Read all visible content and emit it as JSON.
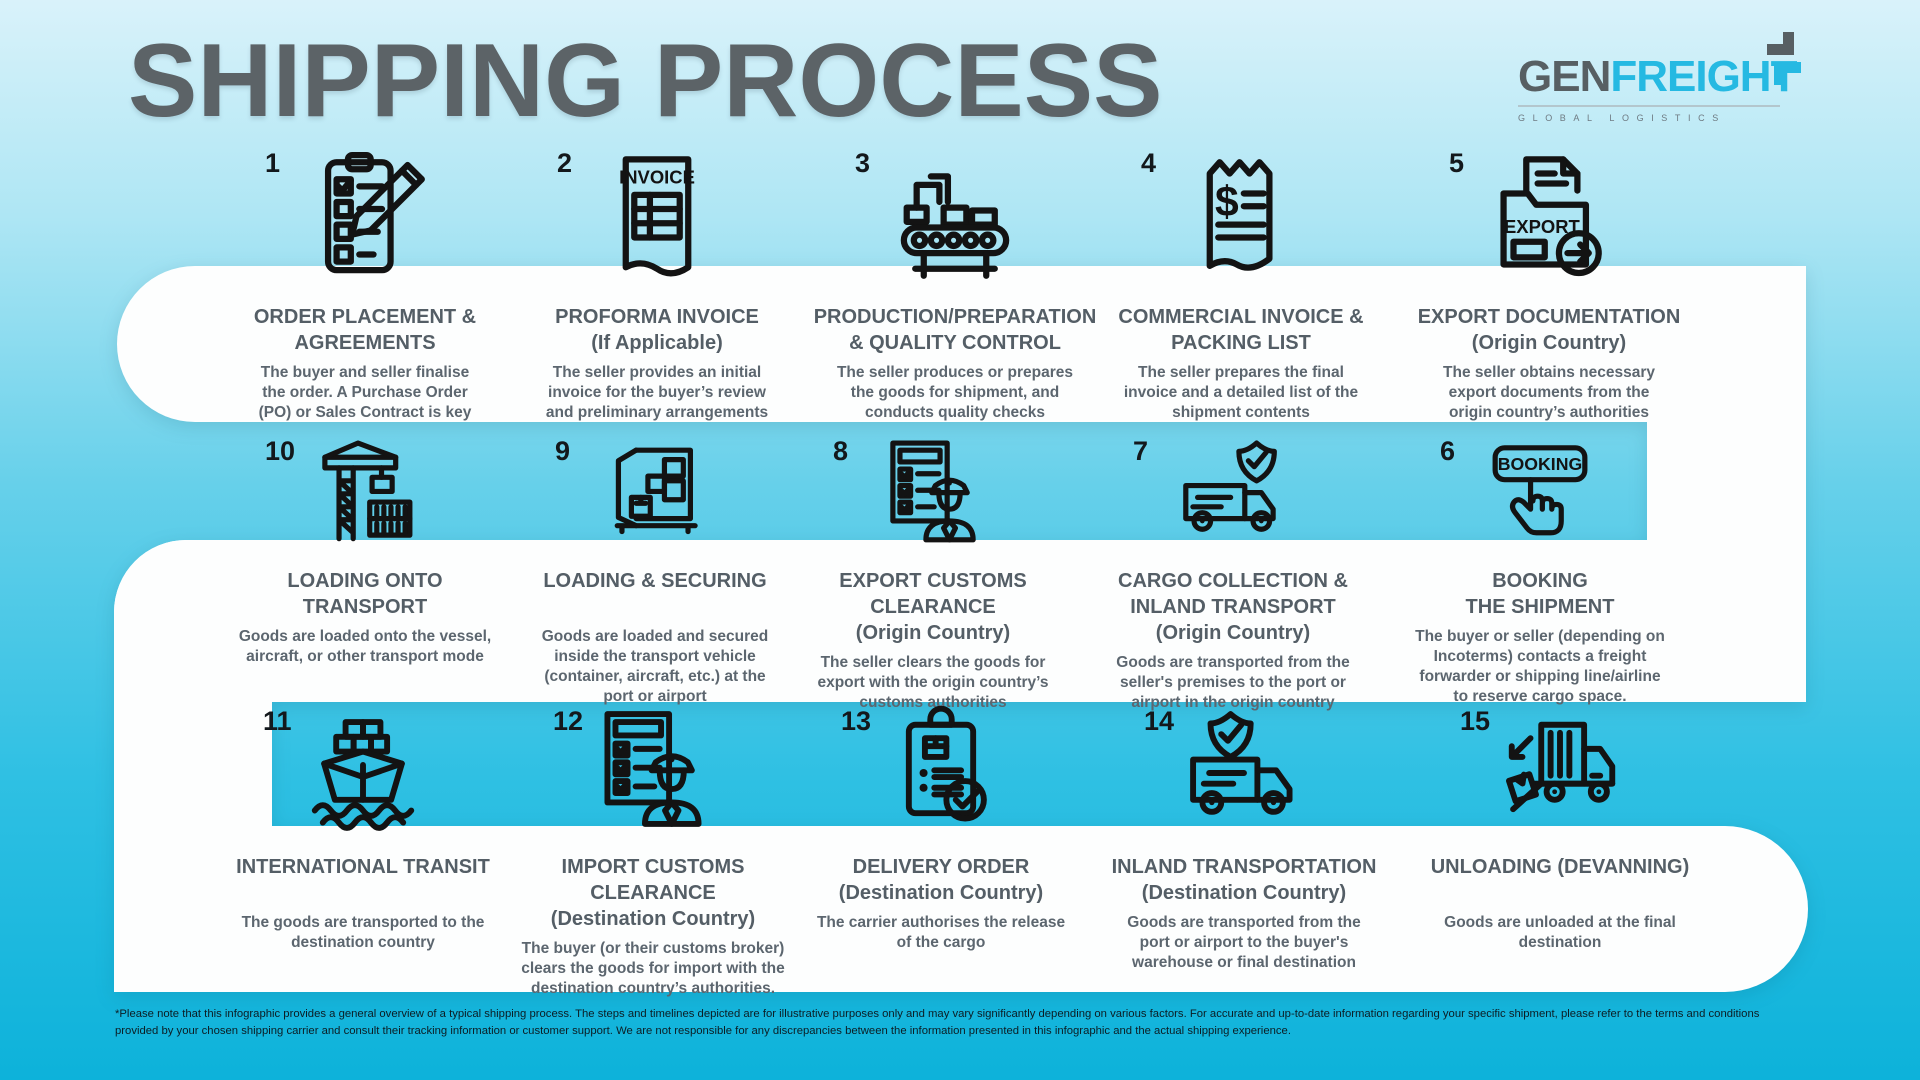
{
  "header": {
    "title": "SHIPPING PROCESS",
    "logo": {
      "name_gray": "GEN",
      "name_cyan": "FREIGHT",
      "tagline": "GLOBAL LOGISTICS"
    }
  },
  "colors": {
    "background_top": "#d9f2fa",
    "background_bottom": "#0db2da",
    "band_white": "#fdfefe",
    "accent_cyan": "#25b9e2",
    "title_gray": "#5c6367",
    "step_title_gray": "#545e66",
    "step_desc_gray": "#5c666f"
  },
  "icon_labels": {
    "invoice": "INVOICE",
    "export": "EXPORT",
    "booking": "BOOKING"
  },
  "steps": [
    {
      "number": "1",
      "icon": "clipboard-pencil-icon",
      "title": "ORDER PLACEMENT &\nAGREEMENTS",
      "desc": "The buyer and seller finalise\nthe order. A Purchase Order\n(PO) or Sales Contract is key"
    },
    {
      "number": "2",
      "icon": "invoice-document-icon",
      "title": "PROFORMA INVOICE\n(If Applicable)",
      "desc": "The seller provides an initial\ninvoice for the buyer’s review\nand preliminary arrangements"
    },
    {
      "number": "3",
      "icon": "production-line-icon",
      "title": "PRODUCTION/PREPARATION\n& QUALITY CONTROL",
      "desc": "The seller produces or prepares\nthe goods for shipment, and\nconducts quality checks"
    },
    {
      "number": "4",
      "icon": "receipt-dollar-icon",
      "title": "COMMERCIAL INVOICE &\nPACKING LIST",
      "desc": "The seller prepares the final\ninvoice and a detailed list of the\nshipment contents"
    },
    {
      "number": "5",
      "icon": "export-folder-icon",
      "title": "EXPORT DOCUMENTATION\n(Origin Country)",
      "desc": "The seller obtains necessary\nexport documents from the\norigin country’s authorities"
    },
    {
      "number": "10",
      "icon": "harbor-crane-icon",
      "title": "LOADING ONTO\nTRANSPORT",
      "desc": "Goods are loaded onto the vessel,\naircraft, or other transport mode"
    },
    {
      "number": "9",
      "icon": "container-loading-icon",
      "title": "LOADING & SECURING",
      "desc": "Goods are loaded and secured\ninside the transport vehicle\n(container, aircraft, etc.) at the\nport or airport"
    },
    {
      "number": "8",
      "icon": "customs-officer-checklist-icon",
      "title": "EXPORT CUSTOMS\nCLEARANCE\n(Origin Country)",
      "desc": "The seller clears the goods for\nexport with the origin country’s\ncustoms authorities"
    },
    {
      "number": "7",
      "icon": "cargo-truck-shield-icon",
      "title": "CARGO COLLECTION &\nINLAND TRANSPORT\n(Origin Country)",
      "desc": "Goods are transported from the\nseller's premises to the port or\nairport in the origin country"
    },
    {
      "number": "6",
      "icon": "booking-button-hand-icon",
      "title": "BOOKING\nTHE SHIPMENT",
      "desc": "The buyer or seller (depending on\nIncoterms) contacts a freight\nforwarder or shipping line/airline\nto reserve cargo space."
    },
    {
      "number": "11",
      "icon": "cargo-ship-icon",
      "title": "INTERNATIONAL TRANSIT",
      "desc": "The goods are transported to the\ndestination country"
    },
    {
      "number": "12",
      "icon": "customs-officer-checklist-icon",
      "title": "IMPORT CUSTOMS\nCLEARANCE\n(Destination Country)",
      "desc": "The buyer (or their customs broker)\nclears the goods for import with the\ndestination country’s authorities."
    },
    {
      "number": "13",
      "icon": "delivery-order-clipboard-icon",
      "title": "DELIVERY ORDER\n(Destination Country)",
      "desc": "The carrier authorises the release\nof the cargo"
    },
    {
      "number": "14",
      "icon": "truck-shield-icon",
      "title": "INLAND TRANSPORTATION\n(Destination Country)",
      "desc": "Goods are transported from the\nport or airport to the buyer's\nwarehouse or final destination"
    },
    {
      "number": "15",
      "icon": "unloading-truck-icon",
      "title": "UNLOADING (DEVANNING)",
      "desc": "Goods are unloaded at the final\ndestination"
    }
  ],
  "footer": {
    "text": "*Please note that this infographic provides a general overview of a typical shipping process. The steps and timelines depicted are for illustrative purposes only and may vary significantly depending on various factors. For accurate and up-to-date information regarding your specific shipment, please refer to the terms and conditions\nprovided by your chosen shipping carrier and consult their tracking information or customer support. We are not responsible for any discrepancies between the information presented in this infographic and the actual shipping experience."
  }
}
